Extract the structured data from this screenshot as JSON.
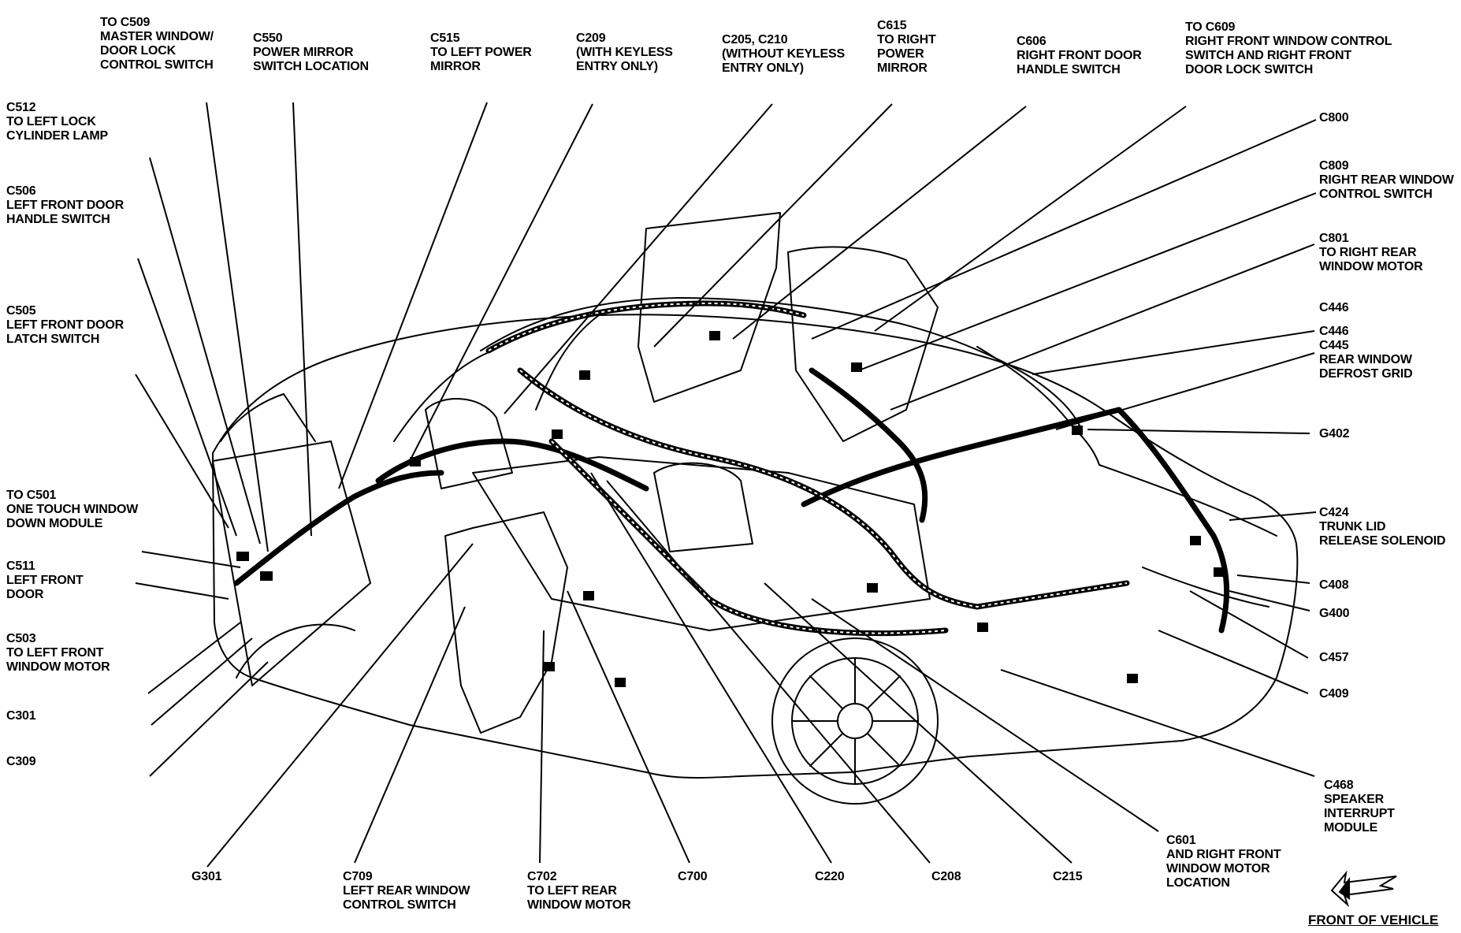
{
  "labels": {
    "c509_master": [
      "TO C509",
      "MASTER WINDOW/",
      "DOOR LOCK",
      "CONTROL SWITCH"
    ],
    "c550": [
      "C550",
      "POWER MIRROR",
      "SWITCH LOCATION"
    ],
    "c515": [
      "C515",
      "TO LEFT POWER",
      "MIRROR"
    ],
    "c209": [
      "C209",
      "(WITH KEYLESS",
      "ENTRY ONLY)"
    ],
    "c205": [
      "C205, C210",
      "(WITHOUT KEYLESS",
      "ENTRY ONLY)"
    ],
    "c615": [
      "C615",
      "TO RIGHT",
      "POWER",
      "MIRROR"
    ],
    "c606": [
      "C606",
      "RIGHT FRONT DOOR",
      "HANDLE SWITCH"
    ],
    "c609_right": [
      "TO C609",
      "RIGHT FRONT WINDOW CONTROL",
      "SWITCH AND RIGHT FRONT",
      "DOOR LOCK SWITCH"
    ],
    "c512": [
      "C512",
      "TO LEFT LOCK",
      "CYLINDER LAMP"
    ],
    "c506": [
      "C506",
      "LEFT FRONT DOOR",
      "HANDLE SWITCH"
    ],
    "c505": [
      "C505",
      "LEFT FRONT DOOR",
      "LATCH SWITCH"
    ],
    "c501": [
      "TO C501",
      "ONE TOUCH WINDOW",
      "DOWN MODULE"
    ],
    "c511": [
      "C511",
      "LEFT FRONT",
      "DOOR"
    ],
    "c503": [
      "C503",
      "TO LEFT FRONT",
      "WINDOW MOTOR"
    ],
    "c301": [
      "C301"
    ],
    "c309": [
      "C309"
    ],
    "c800": [
      "C800"
    ],
    "c809": [
      "C809",
      "RIGHT REAR WINDOW",
      "CONTROL SWITCH"
    ],
    "c801": [
      "C801",
      "TO RIGHT REAR",
      "WINDOW MOTOR"
    ],
    "c446a": [
      "C446"
    ],
    "c446b": [
      "C446"
    ],
    "c445": [
      "C445",
      "REAR WINDOW",
      "DEFROST GRID"
    ],
    "g402": [
      "G402"
    ],
    "c424": [
      "C424",
      "TRUNK LID",
      "RELEASE SOLENOID"
    ],
    "c408": [
      "C408"
    ],
    "g400": [
      "G400"
    ],
    "c457": [
      "C457"
    ],
    "c409": [
      "C409"
    ],
    "c468": [
      "C468",
      "SPEAKER",
      "INTERRUPT",
      "MODULE"
    ],
    "c601": [
      "C601",
      "AND RIGHT FRONT",
      "WINDOW MOTOR",
      "LOCATION"
    ],
    "g301": [
      "G301"
    ],
    "c709": [
      "C709",
      "LEFT REAR WINDOW",
      "CONTROL SWITCH"
    ],
    "c702": [
      "C702",
      "TO LEFT REAR",
      "WINDOW MOTOR"
    ],
    "c700": [
      "C700"
    ],
    "c220": [
      "C220"
    ],
    "c208": [
      "C208"
    ],
    "c215": [
      "C215"
    ]
  },
  "front_caption": "FRONT OF VEHICLE",
  "colors": {
    "ink": "#000000",
    "paper": "#ffffff"
  },
  "icons": [
    "front-arrow-icon"
  ]
}
